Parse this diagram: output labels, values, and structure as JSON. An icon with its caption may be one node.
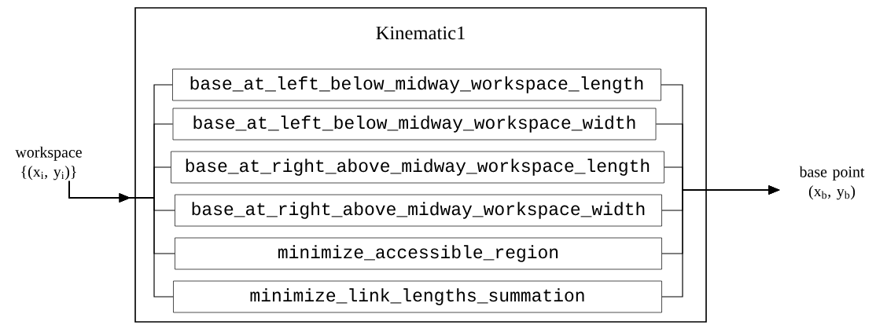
{
  "diagram": {
    "nodes": [
      {
        "text": [
          "Kinematic1"
        ]
      },
      {
        "text": [
          "base_at_left_below_midway_workspace_length"
        ],
        "in": 0
      },
      {
        "text": [
          "base_at_left_below_midway_workspace_width"
        ],
        "in": 0
      },
      {
        "text": [
          "base_at_right_above_midway_workspace_length"
        ],
        "in": 0
      },
      {
        "text": [
          "base_at_right_above_midway_workspace_width"
        ],
        "in": 0
      },
      {
        "text": [
          "minimize_accessible_region"
        ],
        "in": 0
      },
      {
        "text": [
          "minimize_link_lengths_summation"
        ],
        "in": 0
      },
      {
        "text": [
          "workspace {(x$_{i}$, y$_{i}$)}"
        ]
      },
      {
        "text": [
          "base point (x$_{b}$, y$_{b}$)"
        ]
      }
    ],
    "edges": [
      {
        "from": 7,
        "to": 1,
        "arrow": "to"
      },
      {
        "from": 7,
        "to": 2,
        "arrow": "to"
      },
      {
        "from": 7,
        "to": 3,
        "arrow": "to"
      },
      {
        "from": 7,
        "to": 4,
        "arrow": "to"
      },
      {
        "from": 7,
        "to": 5,
        "arrow": "to"
      },
      {
        "from": 7,
        "to": 6,
        "arrow": "to"
      },
      {
        "from": 1,
        "to": 8,
        "arrow": "to"
      },
      {
        "from": 2,
        "to": 8,
        "arrow": "to"
      },
      {
        "from": 3,
        "to": 8,
        "arrow": "to"
      },
      {
        "from": 4,
        "to": 8,
        "arrow": "to"
      },
      {
        "from": 5,
        "to": 8,
        "arrow": "to"
      },
      {
        "from": 6,
        "to": 8,
        "arrow": "to"
      }
    ]
  }
}
